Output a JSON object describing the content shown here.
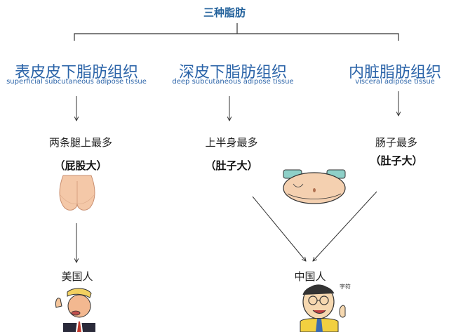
{
  "title": "三种脂肪",
  "categories": [
    {
      "cn": "表皮皮下脂肪组织",
      "en": "superficial subcutaneous adipose tissue",
      "location": "两条腿上最多",
      "effect": "（屁股大）"
    },
    {
      "cn": "深皮下脂肪组织",
      "en": "deep subcutaneous adipose tissue",
      "location": "上半身最多",
      "effect": "（肚子大）"
    },
    {
      "cn": "内脏脂肪组织",
      "en": "visceral adipose tissue",
      "location": "肠子最多",
      "effect": "（肚子大）"
    }
  ],
  "people": [
    {
      "label": "美国人"
    },
    {
      "label": "中国人",
      "caption": "字符"
    }
  ],
  "colors": {
    "line": "#333333",
    "heading": "#2a63a8",
    "skin": "#f4c8a8"
  }
}
